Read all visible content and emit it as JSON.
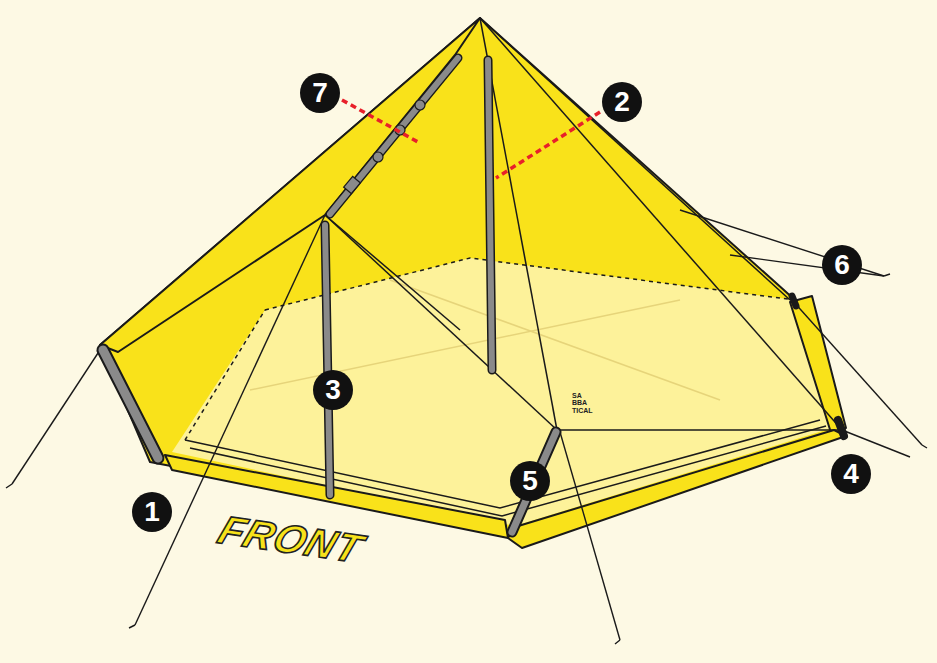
{
  "diagram": {
    "labels": [
      "7",
      "2",
      "6",
      "3",
      "4",
      "5",
      "1",
      "FRONT",
      "SA BBA TICAL"
    ]
  }
}
